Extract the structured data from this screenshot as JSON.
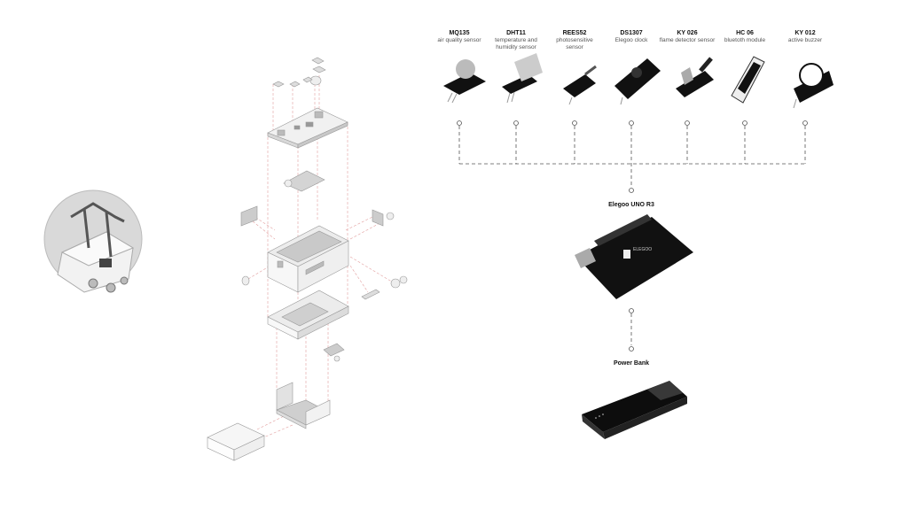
{
  "sensors": [
    {
      "name": "MQ135",
      "desc": "air quality sensor"
    },
    {
      "name": "DHT11",
      "desc": "temperature and humidity sensor"
    },
    {
      "name": "REES52",
      "desc": "photosensitive sensor"
    },
    {
      "name": "DS1307",
      "desc": "Elegoo clock"
    },
    {
      "name": "KY 026",
      "desc": "flame detector sensor"
    },
    {
      "name": "HC 06",
      "desc": "bluetoth module"
    },
    {
      "name": "KY 012",
      "desc": "active buzzer"
    }
  ],
  "controller": {
    "name": "Elegoo UNO R3",
    "board_text": "ELEGOO"
  },
  "power": {
    "name": "Power Bank"
  },
  "colors": {
    "dash": "#555555",
    "explode_lines": "#e3a0a0",
    "component": "#111111",
    "model": "#e8e8e8"
  }
}
